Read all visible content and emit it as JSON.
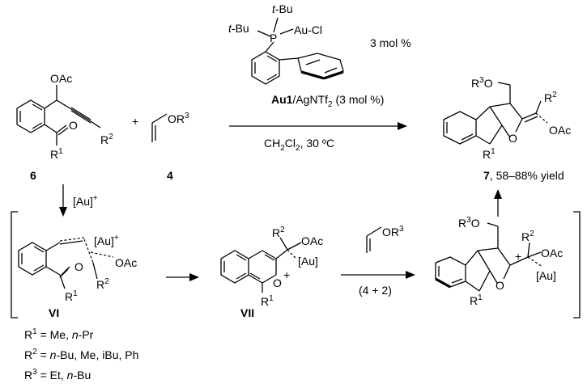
{
  "catalyst": {
    "tbu_top": "t-Bu",
    "tbu_left": "t-Bu",
    "phosphorus": "P",
    "au_cl": "Au-Cl",
    "loading": "3 mol %",
    "name": "Au1",
    "cocatalyst": "/AgNTf",
    "cocatalyst_sub": "2",
    "cocatalyst_loading": " (3 mol %)"
  },
  "conditions": {
    "solvent": "CH",
    "solvent_sub1": "2",
    "solvent_mid": "Cl",
    "solvent_sub2": "2",
    "temperature": ", 30 ºC"
  },
  "substrate": {
    "oac": "OAc",
    "r2": "R",
    "r2_sup": "2",
    "o": "O",
    "r1": "R",
    "r1_sup": "1",
    "number": "6"
  },
  "plus": "+",
  "vinyl_ether": {
    "or3": "OR",
    "or3_sup": "3",
    "number": "4"
  },
  "product": {
    "r3o": "R",
    "r3o_sup": "3",
    "r3o_o": "O",
    "r2": "R",
    "r2_sup": "2",
    "oac": "OAc",
    "r1": "R",
    "r1_sup": "1",
    "o": "O",
    "number": "7",
    "yield": ", 58–88% yield"
  },
  "gold_step": {
    "label": "[Au]",
    "label_sup": "+"
  },
  "intermediate_vi": {
    "au": "[Au]",
    "au_sup": "+",
    "oac": "OAc",
    "o": "O",
    "r2": "R",
    "r2_sup": "2",
    "r1": "R",
    "r1_sup": "1",
    "number": "VI"
  },
  "intermediate_vii": {
    "r2": "R",
    "r2_sup": "2",
    "oac": "OAc",
    "au": "[Au]",
    "o": "O",
    "plus": "+",
    "r1": "R",
    "r1_sup": "1",
    "number": "VII"
  },
  "cycloaddition": {
    "or3": "OR",
    "or3_sup": "3",
    "label": "(4 + 2)"
  },
  "adduct": {
    "r3o": "R",
    "r3o_sup": "3",
    "r3o_o": "O",
    "r2": "R",
    "r2_sup": "2",
    "oac": "OAc",
    "plus": "+",
    "au": "[Au]",
    "r1": "R",
    "r1_sup": "1",
    "o": "O"
  },
  "substituents": [
    {
      "r": "R",
      "sup": "1",
      "eq": " = Me, ",
      "it": "n",
      "rest": "-Pr"
    },
    {
      "r": "R",
      "sup": "2",
      "eq": " = ",
      "it": "n",
      "rest": "-Bu, Me, iBu, Ph"
    },
    {
      "r": "R",
      "sup": "3",
      "eq": " = Et, ",
      "it": "n",
      "rest": "-Bu"
    }
  ]
}
